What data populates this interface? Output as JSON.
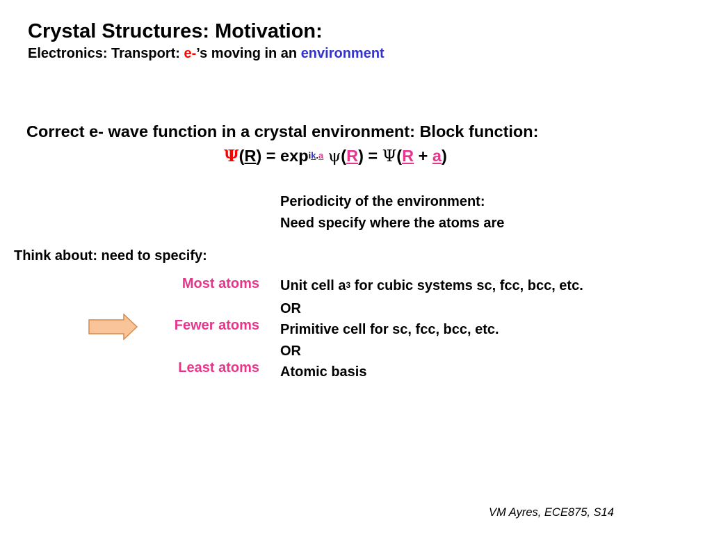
{
  "title": "Crystal Structures: Motivation:",
  "subtitle": {
    "part1": "Electronics: Transport: ",
    "part2": "e-",
    "part3": "’s moving in an ",
    "part4": "environment"
  },
  "headline": "Correct e- wave function in a crystal environment: Block function:",
  "equation": {
    "Psi": "Ψ",
    "psi": "ψ",
    "open": "(",
    "R": "R",
    "eq_exp": ") = exp",
    "sup_i": "i",
    "sup_k": "k",
    "sup_dot": ".",
    "sup_a": "a",
    "close": ")",
    "eq": " = ",
    "plus": " + ",
    "a": "a"
  },
  "periodicity": {
    "line1": "Periodicity of the environment:",
    "line2": "Need specify where the atoms are"
  },
  "think_about": "Think about: need to specify:",
  "atoms": {
    "most": "Most atoms",
    "fewer": "Fewer atoms",
    "least": "Least atoms"
  },
  "options": {
    "unit_cell": "Unit cell a",
    "unit_cell_exp": "3",
    "unit_cell_rest": " for cubic systems sc, fcc, bcc, etc.",
    "or1": "OR",
    "primitive": "Primitive cell for sc, fcc, bcc, etc.",
    "or2": "OR",
    "basis": "Atomic basis"
  },
  "footer": "VM Ayres, ECE875, S14",
  "colors": {
    "red": "#ff0000",
    "blue": "#3333cc",
    "pink": "#e8358c",
    "arrow_fill": "#f9c49a",
    "arrow_stroke": "#d98a4a"
  }
}
